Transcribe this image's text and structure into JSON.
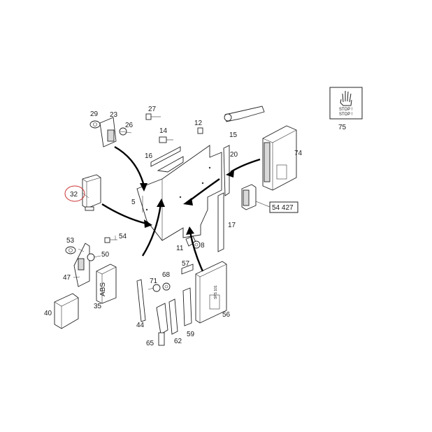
{
  "labels": {
    "p29": "29",
    "p23": "23",
    "p27": "27",
    "p26": "26",
    "p14": "14",
    "p12": "12",
    "p15": "15",
    "p16": "16",
    "p20": "20",
    "p74": "74",
    "p32": "32",
    "p5": "5",
    "p54427": "54 427",
    "p17": "17",
    "p53": "53",
    "p54": "54",
    "p50": "50",
    "p11": "11",
    "p8": "8",
    "p47": "47",
    "p57": "57",
    "p68": "68",
    "p71": "71",
    "p35": "35",
    "p40": "40",
    "p44": "44",
    "p56": "56",
    "p59": "59",
    "p62": "62",
    "p65": "65",
    "p75": "75"
  },
  "stop_sign": {
    "line1": "STOP !",
    "line2": "STOP !"
  },
  "abs_text": "ABS",
  "ecu_text": "SPS 101",
  "colors": {
    "highlight_ring": "#cc3333",
    "ink": "#1a1a1a"
  }
}
